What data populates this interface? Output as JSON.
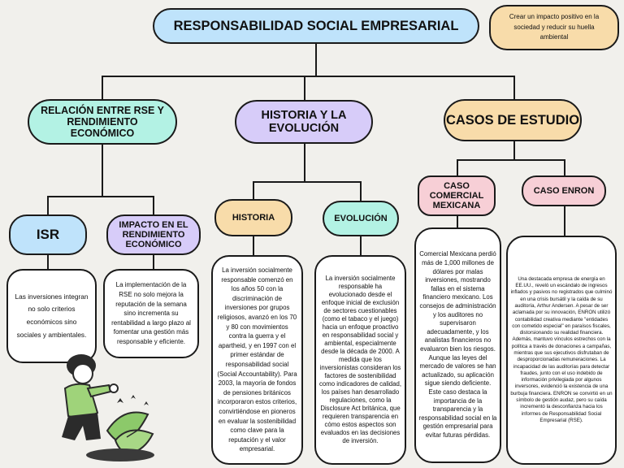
{
  "title": "RESPONSABILIDAD SOCIAL EMPRESARIAL",
  "note": "Crear un impacto positivo en la sociedad y reducir su huella ambiental",
  "branches": {
    "relacion": {
      "label": "RELACIÓN ENTRE RSE Y RENDIMIENTO ECONÓMICO",
      "children": {
        "isr": {
          "label": "ISR",
          "text": "Las inversiones integran no solo criterios económicos sino sociales y ambientales."
        },
        "impacto": {
          "label": "IMPACTO EN EL RENDIMIENTO ECONÓMICO",
          "text": "La implementación de la RSE no solo mejora la reputación de la semana sino incrementa su rentabilidad a largo plazo al fomentar una gestión más responsable y eficiente."
        }
      }
    },
    "historia_evolucion": {
      "label": "HISTORIA Y LA EVOLUCIÓN",
      "children": {
        "historia": {
          "label": "HISTORIA",
          "text": "La inversión socialmente responsable comenzó en los años 50 con la discriminación de inversiones por grupos religiosos, avanzó en los 70 y 80 con movimientos contra la guerra y el apartheid, y en 1997 con el primer estándar de responsabilidad social (Social Accountability). Para 2003, la mayoría de fondos de pensiones británicos incorporaron estos criterios, convirtiéndose en pioneros en evaluar la sostenibilidad como clave para la reputación y el valor empresarial."
        },
        "evolucion": {
          "label": "EVOLUCIÓN",
          "text": "La inversión socialmente responsable ha evolucionado desde el enfoque inicial de exclusión de sectores cuestionables (como el tabaco y el juego) hacia un enfoque proactivo en responsabilidad social y ambiental, especialmente desde la década de 2000. A medida que los inversionistas consideran los factores de sostenibilidad como indicadores de calidad, los países han desarrollado regulaciones, como la Disclosure Act británica, que requieren transparencia en cómo estos aspectos son evaluados en las decisiones de inversión."
        }
      }
    },
    "casos": {
      "label": "CASOS DE ESTUDIO",
      "children": {
        "mexicana": {
          "label": "CASO COMERCIAL MEXICANA",
          "text": "Comercial Mexicana perdió más de 1,000 millones de dólares por malas inversiones, mostrando fallas en el sistema financiero mexicano. Los consejos de administración y los auditores no supervisaron adecuadamente, y los analistas financieros no evaluaron bien los riesgos. Aunque las leyes del mercado de valores se han actualizado, su aplicación sigue siendo deficiente. Este caso destaca la importancia de la transparencia y la responsabilidad social en la gestión empresarial para evitar futuras pérdidas."
        },
        "enron": {
          "label": "CASO ENRON",
          "text": "Una destacada empresa de energía en EE.UU., reveló un escándalo de ingresos inflados y pasivos no registrados que culminó en una crisis bursátil y la caída de su auditoría, Arthur Andersen. A pesar de ser aclamada por su innovación, ENRON utilizó contabilidad creativa mediante \"entidades con cometido especial\" en paraísos fiscales, distorsionando su realidad financiera. Además, mantuvo vínculos estrechos con la política a través de donaciones a campañas, mientras que sus ejecutivos disfrutaban de desproporcionadas remuneraciones. La incapacidad de las auditorías para detectar fraudes, junto con el uso indebido de información privilegiada por algunos inversores, evidenció la existencia de una burbuja financiera. ENRON se convirtió en un símbolo de gestión audaz, pero su caída incrementó la desconfianza hacia los informes de Responsabilidad Social Empresarial (RSE)."
        }
      }
    }
  },
  "colors": {
    "blue": "#bfe3fb",
    "purple": "#d7ccf9",
    "mint": "#b3f2e4",
    "peach": "#f8dcaa",
    "pink": "#f7cfd6",
    "outline": "#1a1a1a",
    "background": "#f1f0ec"
  },
  "illustration": "person-watering-plant-illustration"
}
